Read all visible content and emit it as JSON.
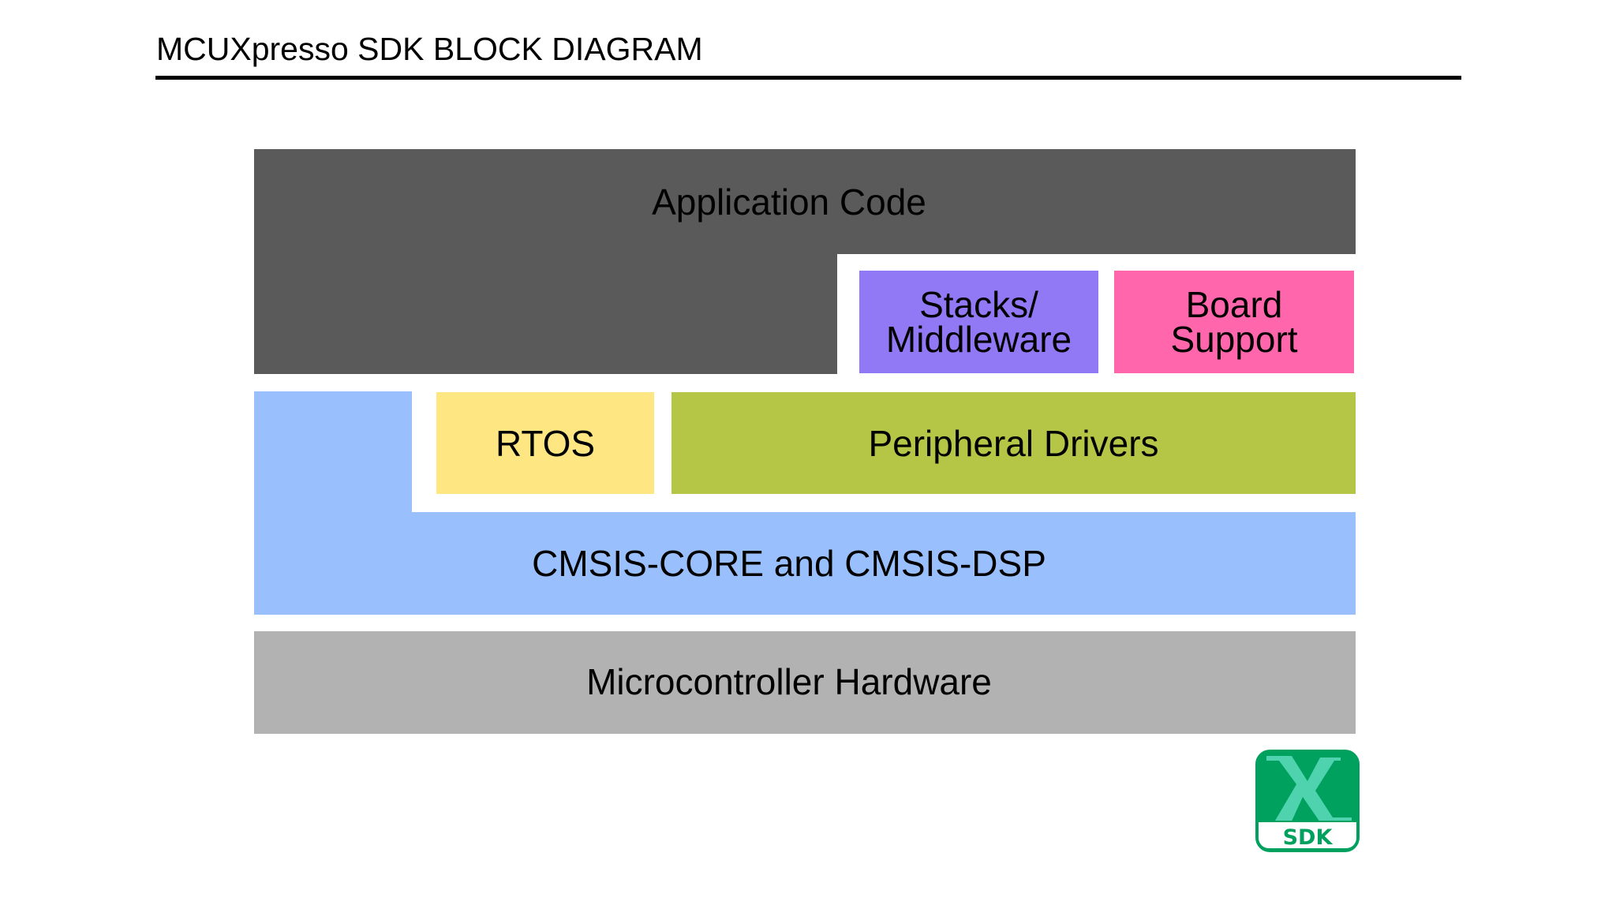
{
  "header": {
    "title": "MCUXpresso SDK BLOCK DIAGRAM"
  },
  "diagram": {
    "layers": [
      {
        "id": "application-code",
        "label": "Application Code",
        "color": "#5a5a5a"
      },
      {
        "id": "stacks-middleware",
        "label_lines": [
          "Stacks/",
          "Middleware"
        ],
        "color": "#9178f5"
      },
      {
        "id": "board-support",
        "label_lines": [
          "Board",
          "Support"
        ],
        "color": "#ff66ab"
      },
      {
        "id": "rtos",
        "label": "RTOS",
        "color": "#fee683"
      },
      {
        "id": "peripheral-drivers",
        "label": "Peripheral Drivers",
        "color": "#b5c647"
      },
      {
        "id": "cmsis",
        "label": "CMSIS-CORE and CMSIS-DSP",
        "color": "#99c0fd"
      },
      {
        "id": "microcontroller-hardware",
        "label": "Microcontroller Hardware",
        "color": "#b2b2b2"
      }
    ]
  },
  "logo": {
    "icon": "sdk-x-logo",
    "text": "SDK",
    "colors": {
      "background": "#00a05e",
      "x_mark": "#4fd2ae",
      "band": "#ffffff"
    }
  }
}
